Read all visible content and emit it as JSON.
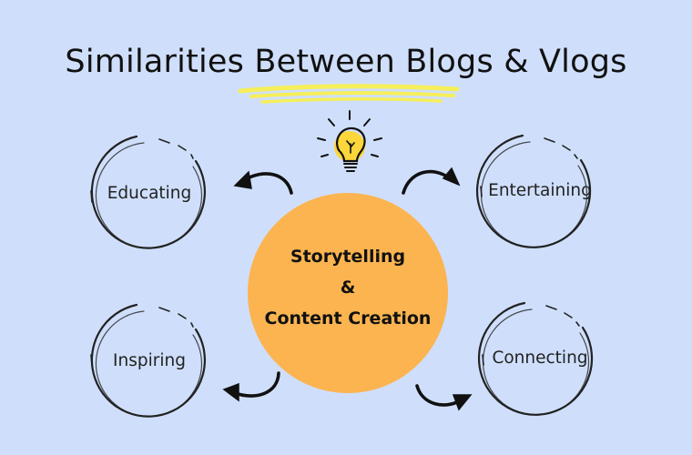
{
  "title": "Similarities Between Blogs & Vlogs",
  "center": {
    "line1": "Storytelling",
    "line2": "&",
    "line3": "Content Creation"
  },
  "nodes": {
    "educating": "Educating",
    "entertaining": "Entertaining",
    "inspiring": "Inspiring",
    "connecting": "Connecting"
  },
  "icons": {
    "idea": "lightbulb-icon"
  },
  "colors": {
    "background": "#cfdffb",
    "center_fill": "#fbb450",
    "highlight": "#f6ef5a",
    "bulb": "#fcd63a",
    "stroke": "#1c1c1c"
  }
}
